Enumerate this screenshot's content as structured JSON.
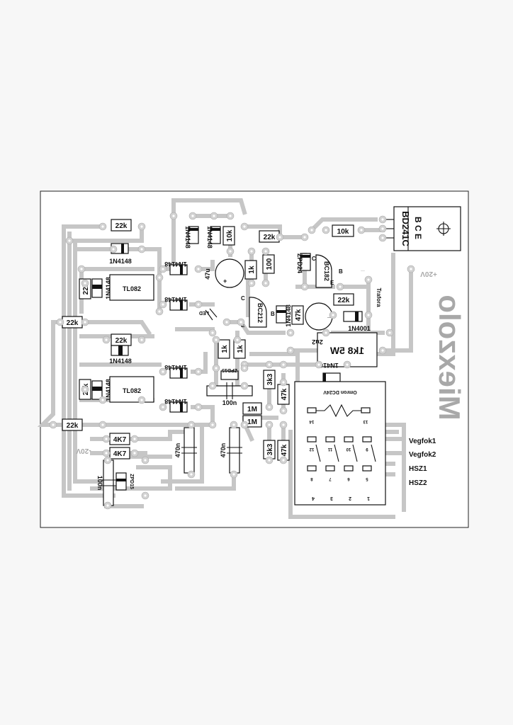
{
  "labels": {
    "r_22k": "22k",
    "r_10k": "10k",
    "r_1k": "1k",
    "r_100": "100",
    "r_47k": "47k",
    "r_3k3": "3k3",
    "r_4k7": "4K7",
    "r_1M": "1M",
    "r_1k8_5w": "1k8 5W",
    "d_1n4148": "1N4148",
    "d_1n4001": "1N4001",
    "d_zpd24": "ZPD24",
    "d_zpd15": "ZPD15",
    "d_led": "LED",
    "ic_tl082": "TL082",
    "t_bc182": "BC182",
    "t_bc212": "BC212",
    "t_bd241c": "BD241C",
    "t_bd241c_pins": "B C E",
    "c_47u": "47u",
    "c_2u2": "2u2",
    "c_100n": "100n",
    "c_470n": "470n",
    "relay": "Omron DC24V",
    "v_plus20": "+20V",
    "v_minus20": "-20V",
    "trafo": "Trafora",
    "pin_b": "B",
    "pin_c": "C",
    "pin_e": "E",
    "pin_plus": "+",
    "pin_minus": "_",
    "wm_text": "Miexzolo"
  },
  "relay_pins": [
    "14",
    "13",
    "12",
    "11",
    "10",
    "9",
    "8",
    "7",
    "6",
    "5",
    "4",
    "3",
    "2",
    "1"
  ],
  "outputs": [
    "Vegfok1",
    "Vegfok2",
    "HSZ1",
    "HSZ2"
  ],
  "colors": {
    "trace": "#c6c6c6",
    "silk": "#111111",
    "paper": "#f7f7f7",
    "board": "#ffffff"
  }
}
